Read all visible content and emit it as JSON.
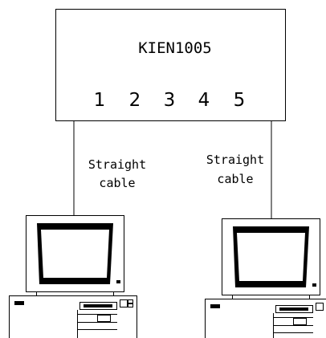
{
  "switch": {
    "name": "KIEN1005",
    "ports": [
      "1",
      "2",
      "3",
      "4",
      "5"
    ]
  },
  "cables": {
    "left": {
      "line1": "Straight",
      "line2": "cable"
    },
    "right": {
      "line1": "Straight",
      "line2": "cable"
    }
  },
  "computers": [
    {
      "icon": "desktop-computer-icon"
    },
    {
      "icon": "desktop-computer-icon"
    }
  ]
}
